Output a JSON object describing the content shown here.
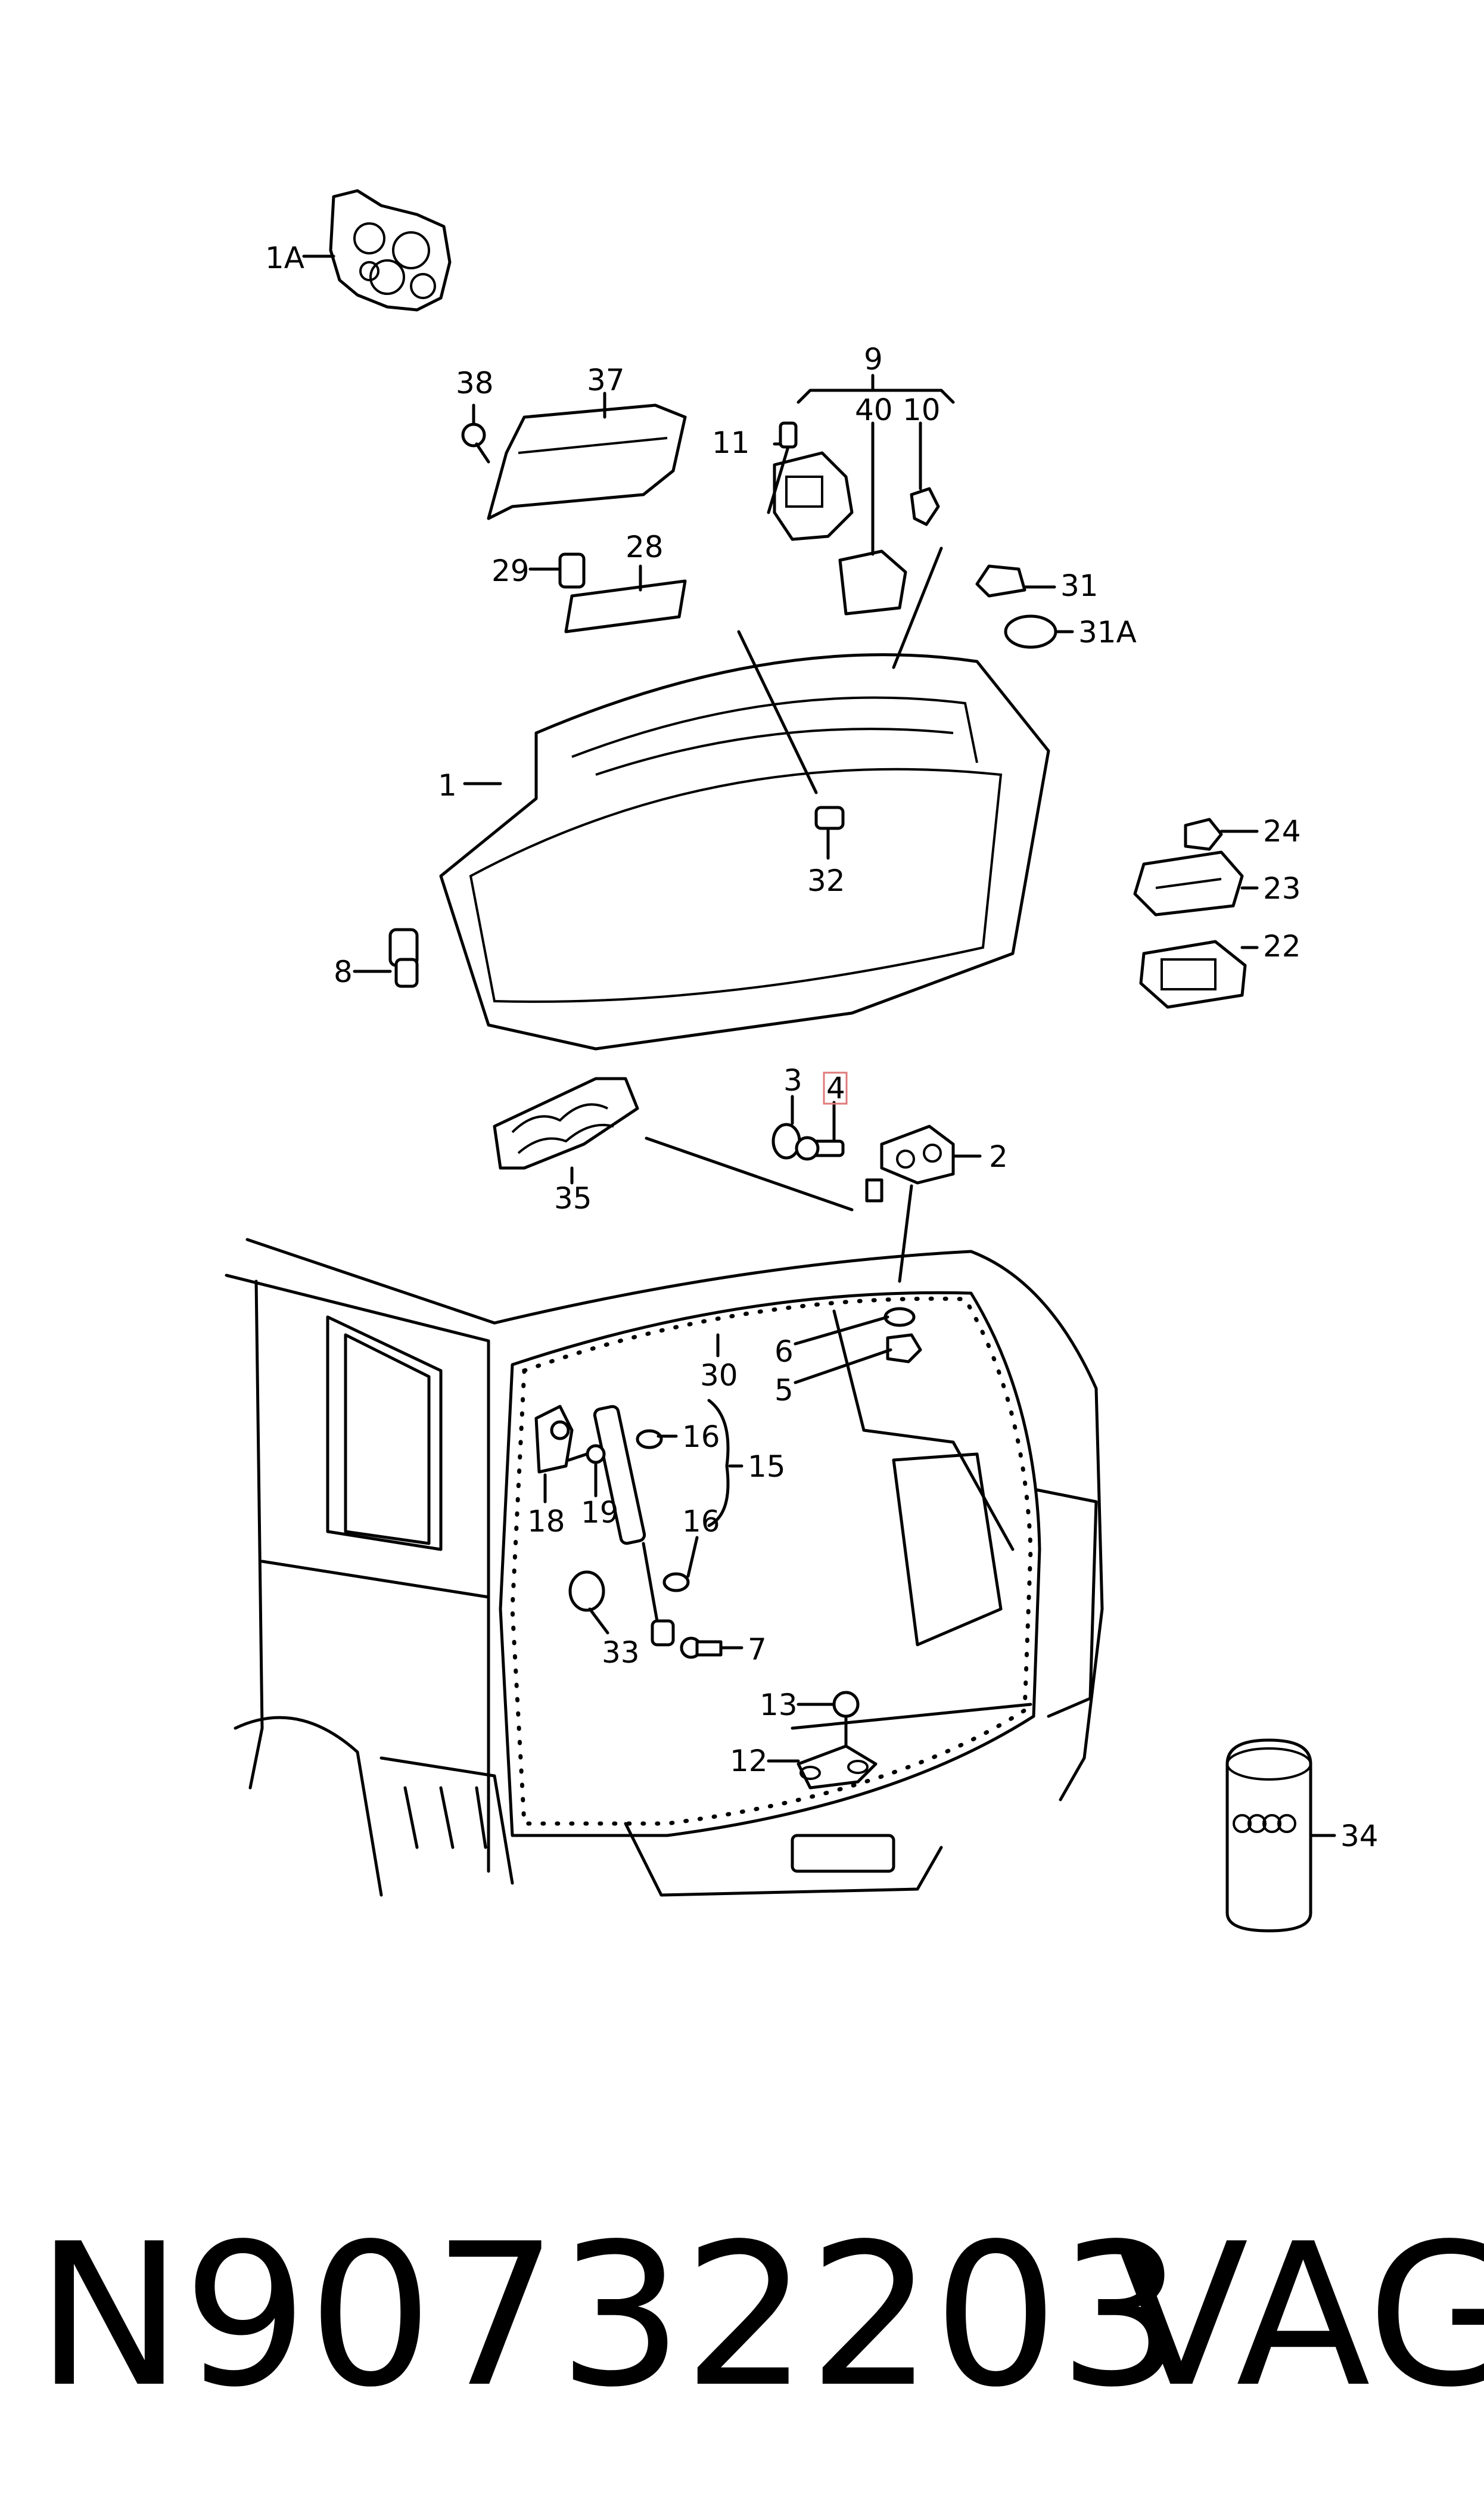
{
  "callouts": [
    "1A",
    "38",
    "37",
    "9",
    "40",
    "10",
    "11",
    "29",
    "28",
    "31",
    "31A",
    "1",
    "32",
    "24",
    "23",
    "22",
    "8",
    "3",
    "4",
    "2",
    "35",
    "30",
    "6",
    "5",
    "16",
    "15",
    "18",
    "19",
    "16",
    "33",
    "7",
    "13",
    "12",
    "34"
  ],
  "footer": {
    "part_number": "N90732203",
    "brand": "VAG"
  },
  "highlight_label": "4"
}
